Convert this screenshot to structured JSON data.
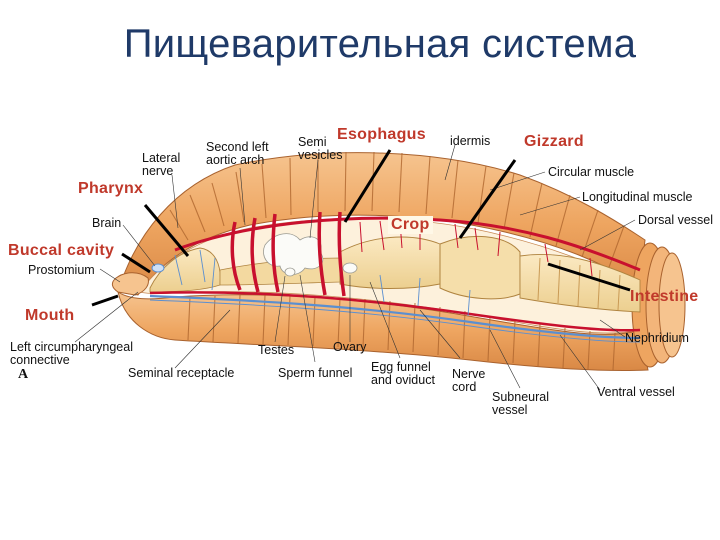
{
  "title": "Пищеварительная система",
  "figure_letter": "A",
  "highlight_labels": {
    "esophagus": "Esophagus",
    "gizzard": "Gizzard",
    "pharynx": "Pharynx",
    "crop": "Crop",
    "buccal_cavity": "Buccal cavity",
    "mouth": "Mouth",
    "intestine": "Intestine"
  },
  "anatomy_labels": {
    "lateral_nerve": "Lateral\nnerve",
    "second_left_aortic_arch": "Second left\naortic arch",
    "seminal_vesicles": "Semi\nvesicles",
    "epidermis": "idermis",
    "circular_muscle": "Circular muscle",
    "longitudinal_muscle": "Longitudinal muscle",
    "dorsal_vessel": "Dorsal vessel",
    "brain": "Brain",
    "prostomium": "Prostomium",
    "left_circumpharyngeal_connective": "Left circumpharyngeal\nconnective",
    "seminal_receptacle": "Seminal receptacle",
    "testes": "Testes",
    "sperm_funnel": "Sperm funnel",
    "ovary": "Ovary",
    "egg_funnel_and_oviduct": "Egg funnel\nand oviduct",
    "nerve_cord": "Nerve\ncord",
    "subneural_vessel": "Subneural\nvessel",
    "ventral_vessel": "Ventral vessel",
    "nephridium": "Nephridium"
  },
  "colors": {
    "title": "#1f3a68",
    "highlight": "#c0392b",
    "body_wall": "#f0a868",
    "gut": "#f3d9a0",
    "vessel": "#c8102e",
    "nerve": "#5b8fd0"
  }
}
